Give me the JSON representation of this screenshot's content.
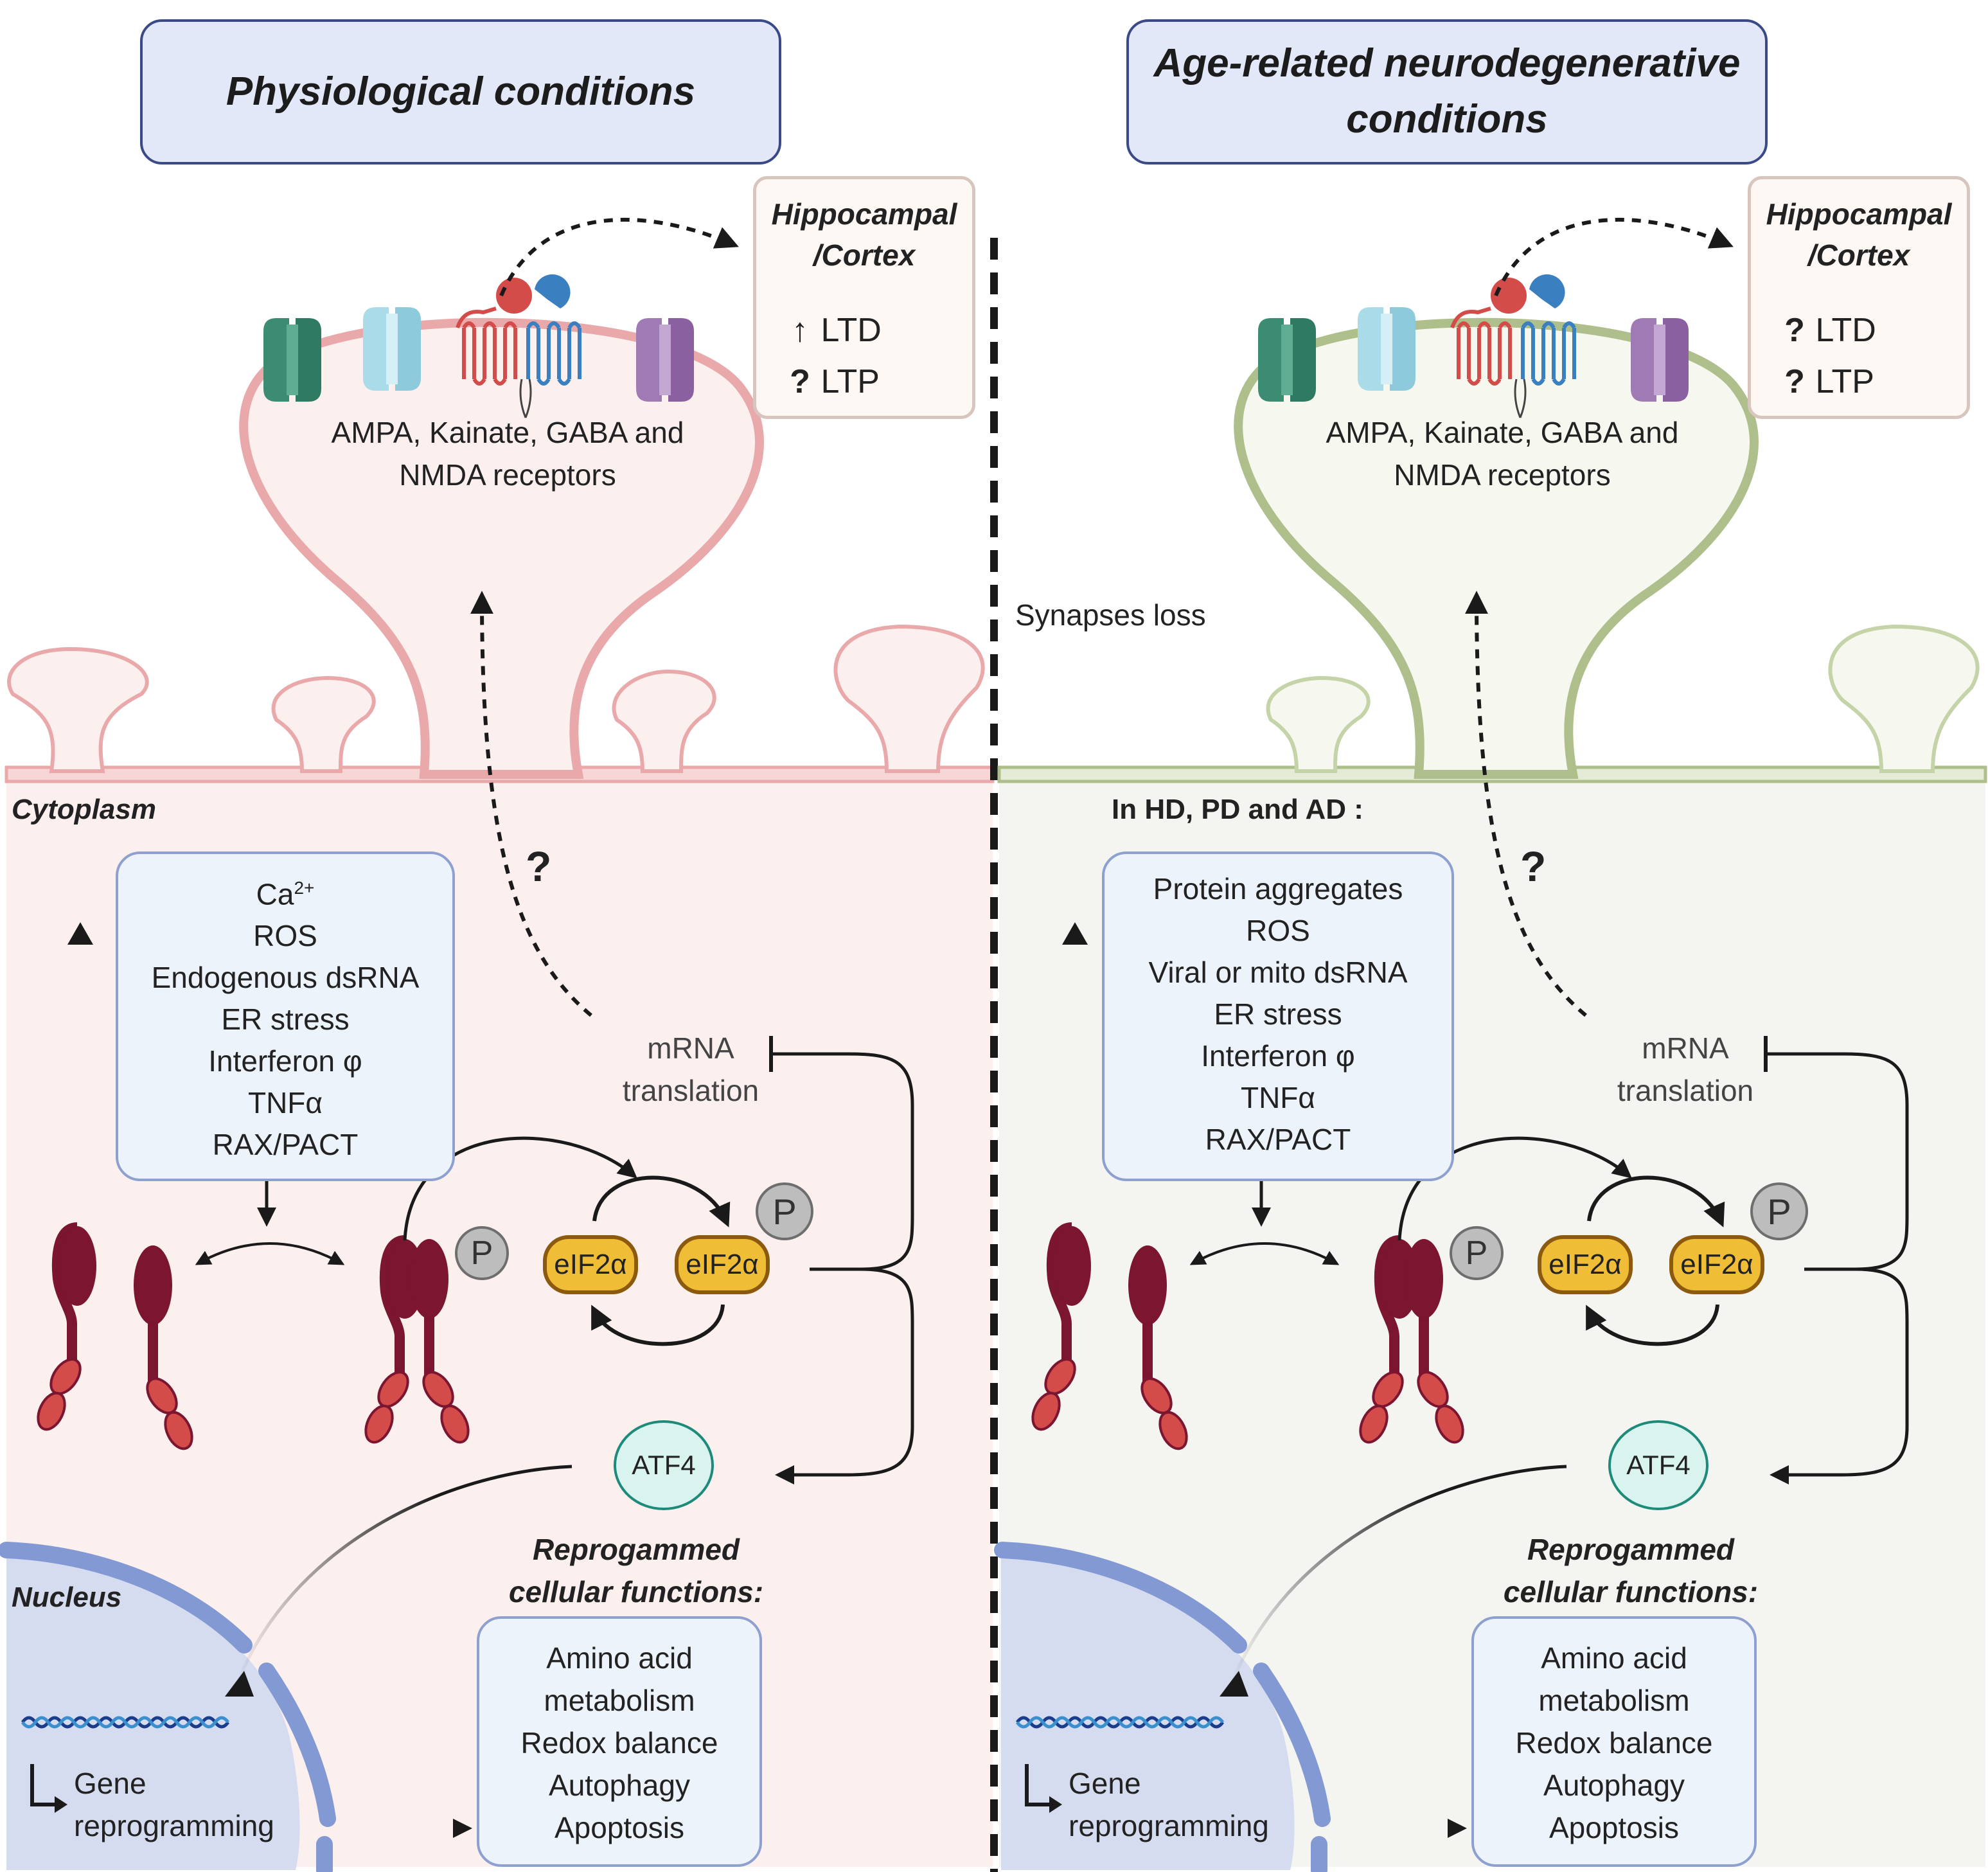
{
  "panels": {
    "left": {
      "header": "Physiological conditions",
      "hippocampal_title": [
        "Hippocampal",
        "/Cortex"
      ],
      "plasticity": [
        {
          "symbol": "↑",
          "label": "LTD"
        },
        {
          "symbol": "?",
          "label": "LTP"
        }
      ],
      "receptors_label": [
        "AMPA, Kainate, GABA and",
        "NMDA receptors"
      ],
      "compartment_label": "Cytoplasm",
      "question_mark": "?",
      "stress_triggers": [
        "Ca2+",
        "ROS",
        "Endogenous dsRNA",
        "ER stress",
        "Interferon φ",
        "TNFα",
        "RAX/PACT"
      ],
      "translation_label": [
        "mRNA",
        "translation"
      ],
      "phospho_label": "P",
      "eif2_labels": [
        "eIF2α",
        "eIF2α"
      ],
      "atf4_label": "ATF4",
      "nucleus_label": "Nucleus",
      "gene_label": [
        "Gene",
        "reprogramming"
      ],
      "reprogrammed_title": [
        "Reprogammed",
        "cellular functions:"
      ],
      "functions": [
        "Amino acid",
        "metabolism",
        "Redox balance",
        "Autophagy",
        "Apoptosis"
      ]
    },
    "right": {
      "header": [
        "Age-related neurodegenerative",
        "conditions"
      ],
      "hippocampal_title": [
        "Hippocampal",
        "/Cortex"
      ],
      "plasticity": [
        {
          "symbol": "?",
          "label": "LTD"
        },
        {
          "symbol": "?",
          "label": "LTP"
        }
      ],
      "receptors_label": [
        "AMPA, Kainate, GABA and",
        "NMDA receptors"
      ],
      "synapse_note": "Synapses loss",
      "disease_label": "In  HD, PD and AD :",
      "question_mark": "?",
      "stress_triggers": [
        "Protein aggregates",
        "ROS",
        "Viral or mito dsRNA",
        "ER stress",
        "Interferon φ",
        "TNFα",
        "RAX/PACT"
      ],
      "translation_label": [
        "mRNA",
        "translation"
      ],
      "phospho_label": "P",
      "eif2_labels": [
        "eIF2α",
        "eIF2α"
      ],
      "atf4_label": "ATF4",
      "gene_label": [
        "Gene",
        "reprogramming"
      ],
      "reprogrammed_title": [
        "Reprogammed",
        "cellular functions:"
      ],
      "functions": [
        "Amino acid",
        "metabolism",
        "Redox balance",
        "Autophagy",
        "Apoptosis"
      ]
    }
  },
  "colors": {
    "physiological_cytoplasm": "#fcf0ef",
    "physiological_membrane": "#e9a9ab",
    "disease_cytoplasm": "#f4f4f1",
    "disease_membrane": "#aebf8c",
    "nucleus": "#d6dcf0",
    "nuclear_envelope": "#8299d4",
    "kinase": "#7b1530",
    "kinase_domain": "#d34c4a",
    "eif2": "#f0bd37",
    "atf4": "#d9f3ef"
  }
}
